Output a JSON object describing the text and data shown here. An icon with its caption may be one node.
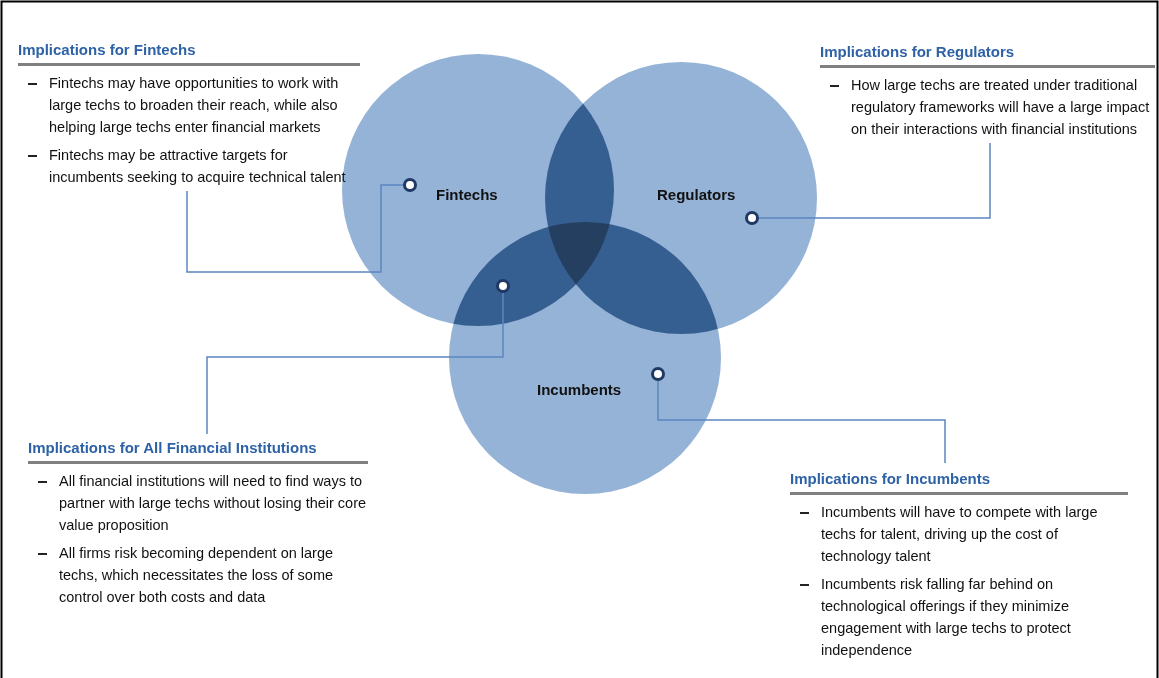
{
  "diagram": {
    "nodes": [
      {
        "text": [
          "Fintechs"
        ]
      },
      {
        "text": [
          "Regulators"
        ]
      },
      {
        "text": [
          "Incumbents"
        ]
      },
      {
        "text": [
          "Implications for Fintechs",
          "Fintechs may have opportunities to work with large techs to broaden their reach, while also helping large techs enter financial markets",
          "Fintechs may be attractive targets for incumbents seeking to acquire technical talent"
        ]
      },
      {
        "text": [
          "Implications for Regulators",
          "How large techs are treated under traditional regulatory frameworks will have a large impact on their interactions with financial institutions"
        ]
      },
      {
        "text": [
          "Implications for All Financial Institutions",
          "All financial institutions will need to find ways to partner with large techs without losing their core value proposition",
          "All firms risk becoming dependent on large techs, which necessitates the loss of some control over both costs and data"
        ]
      },
      {
        "text": [
          "Implications for Incumbents",
          "Incumbents will have to compete with large techs for talent, driving up the cost of technology talent",
          "Incumbents risk falling far behind on technological offerings if they minimize engagement with large techs to protect independence"
        ]
      },
      {
        "text": [],
        "shape": "circle",
        "in": 0
      },
      {
        "text": [],
        "shape": "circle",
        "in": 1
      },
      {
        "text": [],
        "shape": "circle"
      },
      {
        "text": [],
        "shape": "circle",
        "in": 2
      }
    ],
    "edges": [
      {
        "from": 3,
        "to": 7,
        "arrow": "none"
      },
      {
        "from": 4,
        "to": 8,
        "arrow": "none"
      },
      {
        "from": 5,
        "to": 9,
        "arrow": "none"
      },
      {
        "from": 6,
        "to": 10,
        "arrow": "none"
      }
    ]
  }
}
